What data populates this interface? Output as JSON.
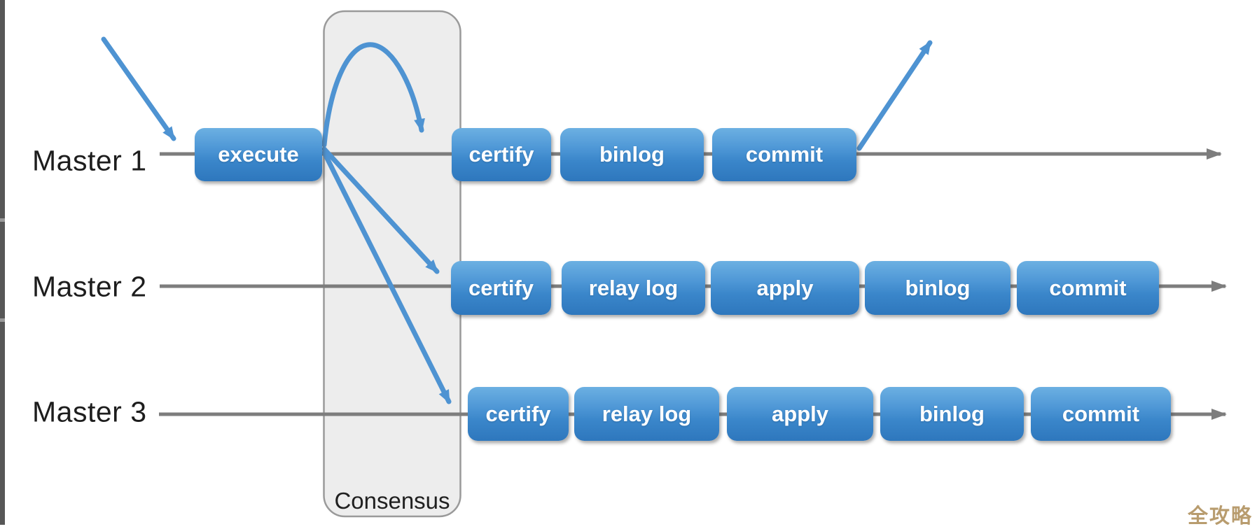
{
  "diagram": {
    "consensus_label": "Consensus",
    "watermark": "全攻略",
    "rows": [
      {
        "label": "Master 1",
        "boxes": [
          "execute",
          "certify",
          "binlog",
          "commit"
        ]
      },
      {
        "label": "Master 2",
        "boxes": [
          "certify",
          "relay log",
          "apply",
          "binlog",
          "commit"
        ]
      },
      {
        "label": "Master 3",
        "boxes": [
          "certify",
          "relay log",
          "apply",
          "binlog",
          "commit"
        ]
      }
    ],
    "colors": {
      "box_blue_top": "#6cb0e2",
      "box_blue_bottom": "#2e77bd",
      "arrow_blue": "#4e93d2",
      "timeline_gray": "#7d7d7d",
      "consensus_fill": "#ededed",
      "consensus_border": "#9a9a9a",
      "label_text": "#1d1d1d",
      "watermark_color": "#b89c6e"
    }
  }
}
